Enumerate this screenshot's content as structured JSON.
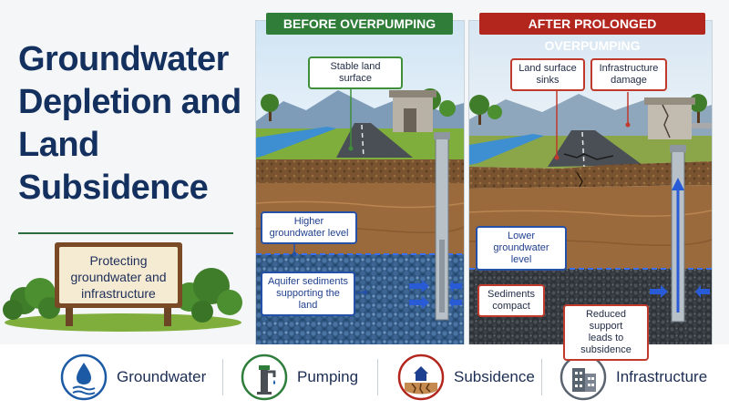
{
  "title": {
    "line1": "Groundwater",
    "line2": "Depletion and",
    "line3": "Land",
    "line4": "Subsidence"
  },
  "sign": {
    "line1": "Protecting",
    "line2": "groundwater and",
    "line3": "infrastructure"
  },
  "before": {
    "banner": "BEFORE OVERPUMPING",
    "callouts": {
      "stable": "Stable land surface",
      "higher_l1": "Higher",
      "higher_l2": "groundwater level",
      "aquifer_l1": "Aquifer sediments",
      "aquifer_l2": "supporting the land"
    }
  },
  "after": {
    "banner": "AFTER PROLONGED OVERPUMPING",
    "callouts": {
      "sinks_l1": "Land surface",
      "sinks_l2": "sinks",
      "infra_l1": "Infrastructure",
      "infra_l2": "damage",
      "lower_l1": "Lower",
      "lower_l2": "groundwater level",
      "compact_l1": "Sediments",
      "compact_l2": "compact",
      "reduced_l1": "Reduced support",
      "reduced_l2": "leads to subsidence"
    }
  },
  "legend": [
    {
      "label": "Groundwater",
      "icon": "water-drop-icon",
      "color": "#1c5aa6"
    },
    {
      "label": "Pumping",
      "icon": "water-pump-icon",
      "color": "#2e7d3a"
    },
    {
      "label": "Subsidence",
      "icon": "cracked-ground-icon",
      "color": "#b3261e"
    },
    {
      "label": "Infrastructure",
      "icon": "building-icon",
      "color": "#5a6370"
    }
  ],
  "colors": {
    "title": "#14305f",
    "before_banner": "#2f7d39",
    "after_banner": "#b3261e",
    "water_level": "#2a5bd7",
    "soil": "#9b6a3c",
    "aquifer": "#2d4f7a"
  }
}
